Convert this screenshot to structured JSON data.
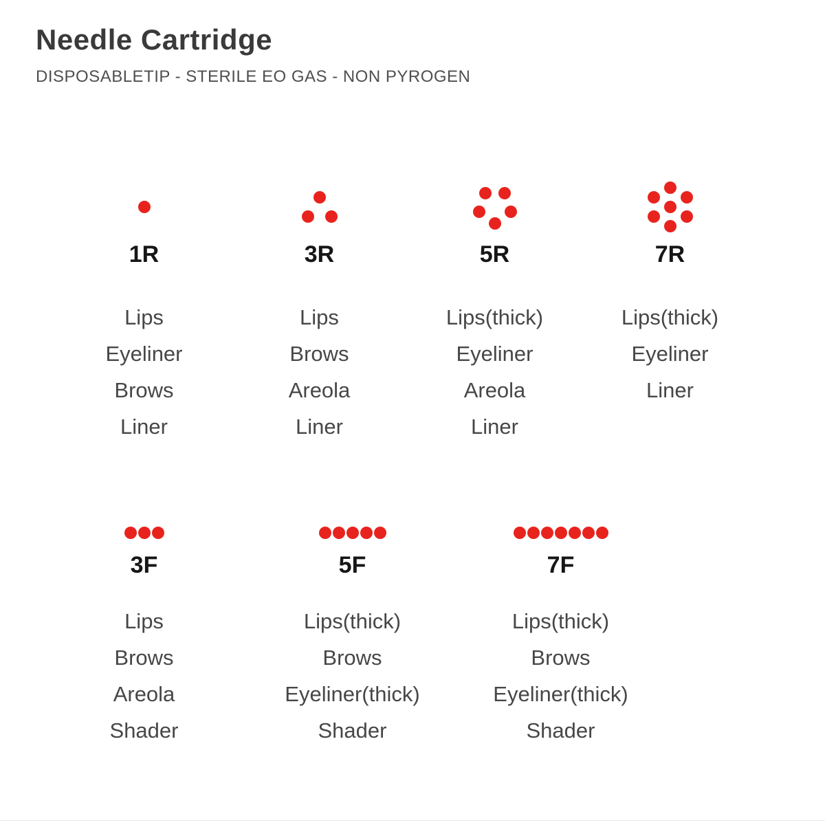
{
  "header": {
    "title": "Needle Cartridge",
    "subtitle": "DISPOSABLETIP - STERILE EO GAS - NON PYROGEN"
  },
  "colors": {
    "dot": "#e8231e",
    "title": "#3a3a3a",
    "body_text": "#474747"
  },
  "rows": [
    {
      "items": [
        {
          "code": "1R",
          "needle_count": 1,
          "pattern": "single",
          "uses": [
            "Lips",
            "Eyeliner",
            "Brows",
            "Liner"
          ]
        },
        {
          "code": "3R",
          "needle_count": 3,
          "pattern": "triangle-3",
          "uses": [
            "Lips",
            "Brows",
            "Areola",
            "Liner"
          ]
        },
        {
          "code": "5R",
          "needle_count": 5,
          "pattern": "ring-5",
          "uses": [
            "Lips(thick)",
            "Eyeliner",
            "Areola",
            "Liner"
          ]
        },
        {
          "code": "7R",
          "needle_count": 7,
          "pattern": "ring-7-center",
          "uses": [
            "Lips(thick)",
            "Eyeliner",
            "Liner"
          ]
        }
      ]
    },
    {
      "items": [
        {
          "code": "3F",
          "needle_count": 3,
          "pattern": "row-3",
          "uses": [
            "Lips",
            "Brows",
            "Areola",
            "Shader"
          ]
        },
        {
          "code": "5F",
          "needle_count": 5,
          "pattern": "row-5",
          "uses": [
            "Lips(thick)",
            "Brows",
            "Eyeliner(thick)",
            "Shader"
          ]
        },
        {
          "code": "7F",
          "needle_count": 7,
          "pattern": "row-7",
          "uses": [
            "Lips(thick)",
            "Brows",
            "Eyeliner(thick)",
            "Shader"
          ]
        }
      ]
    }
  ]
}
